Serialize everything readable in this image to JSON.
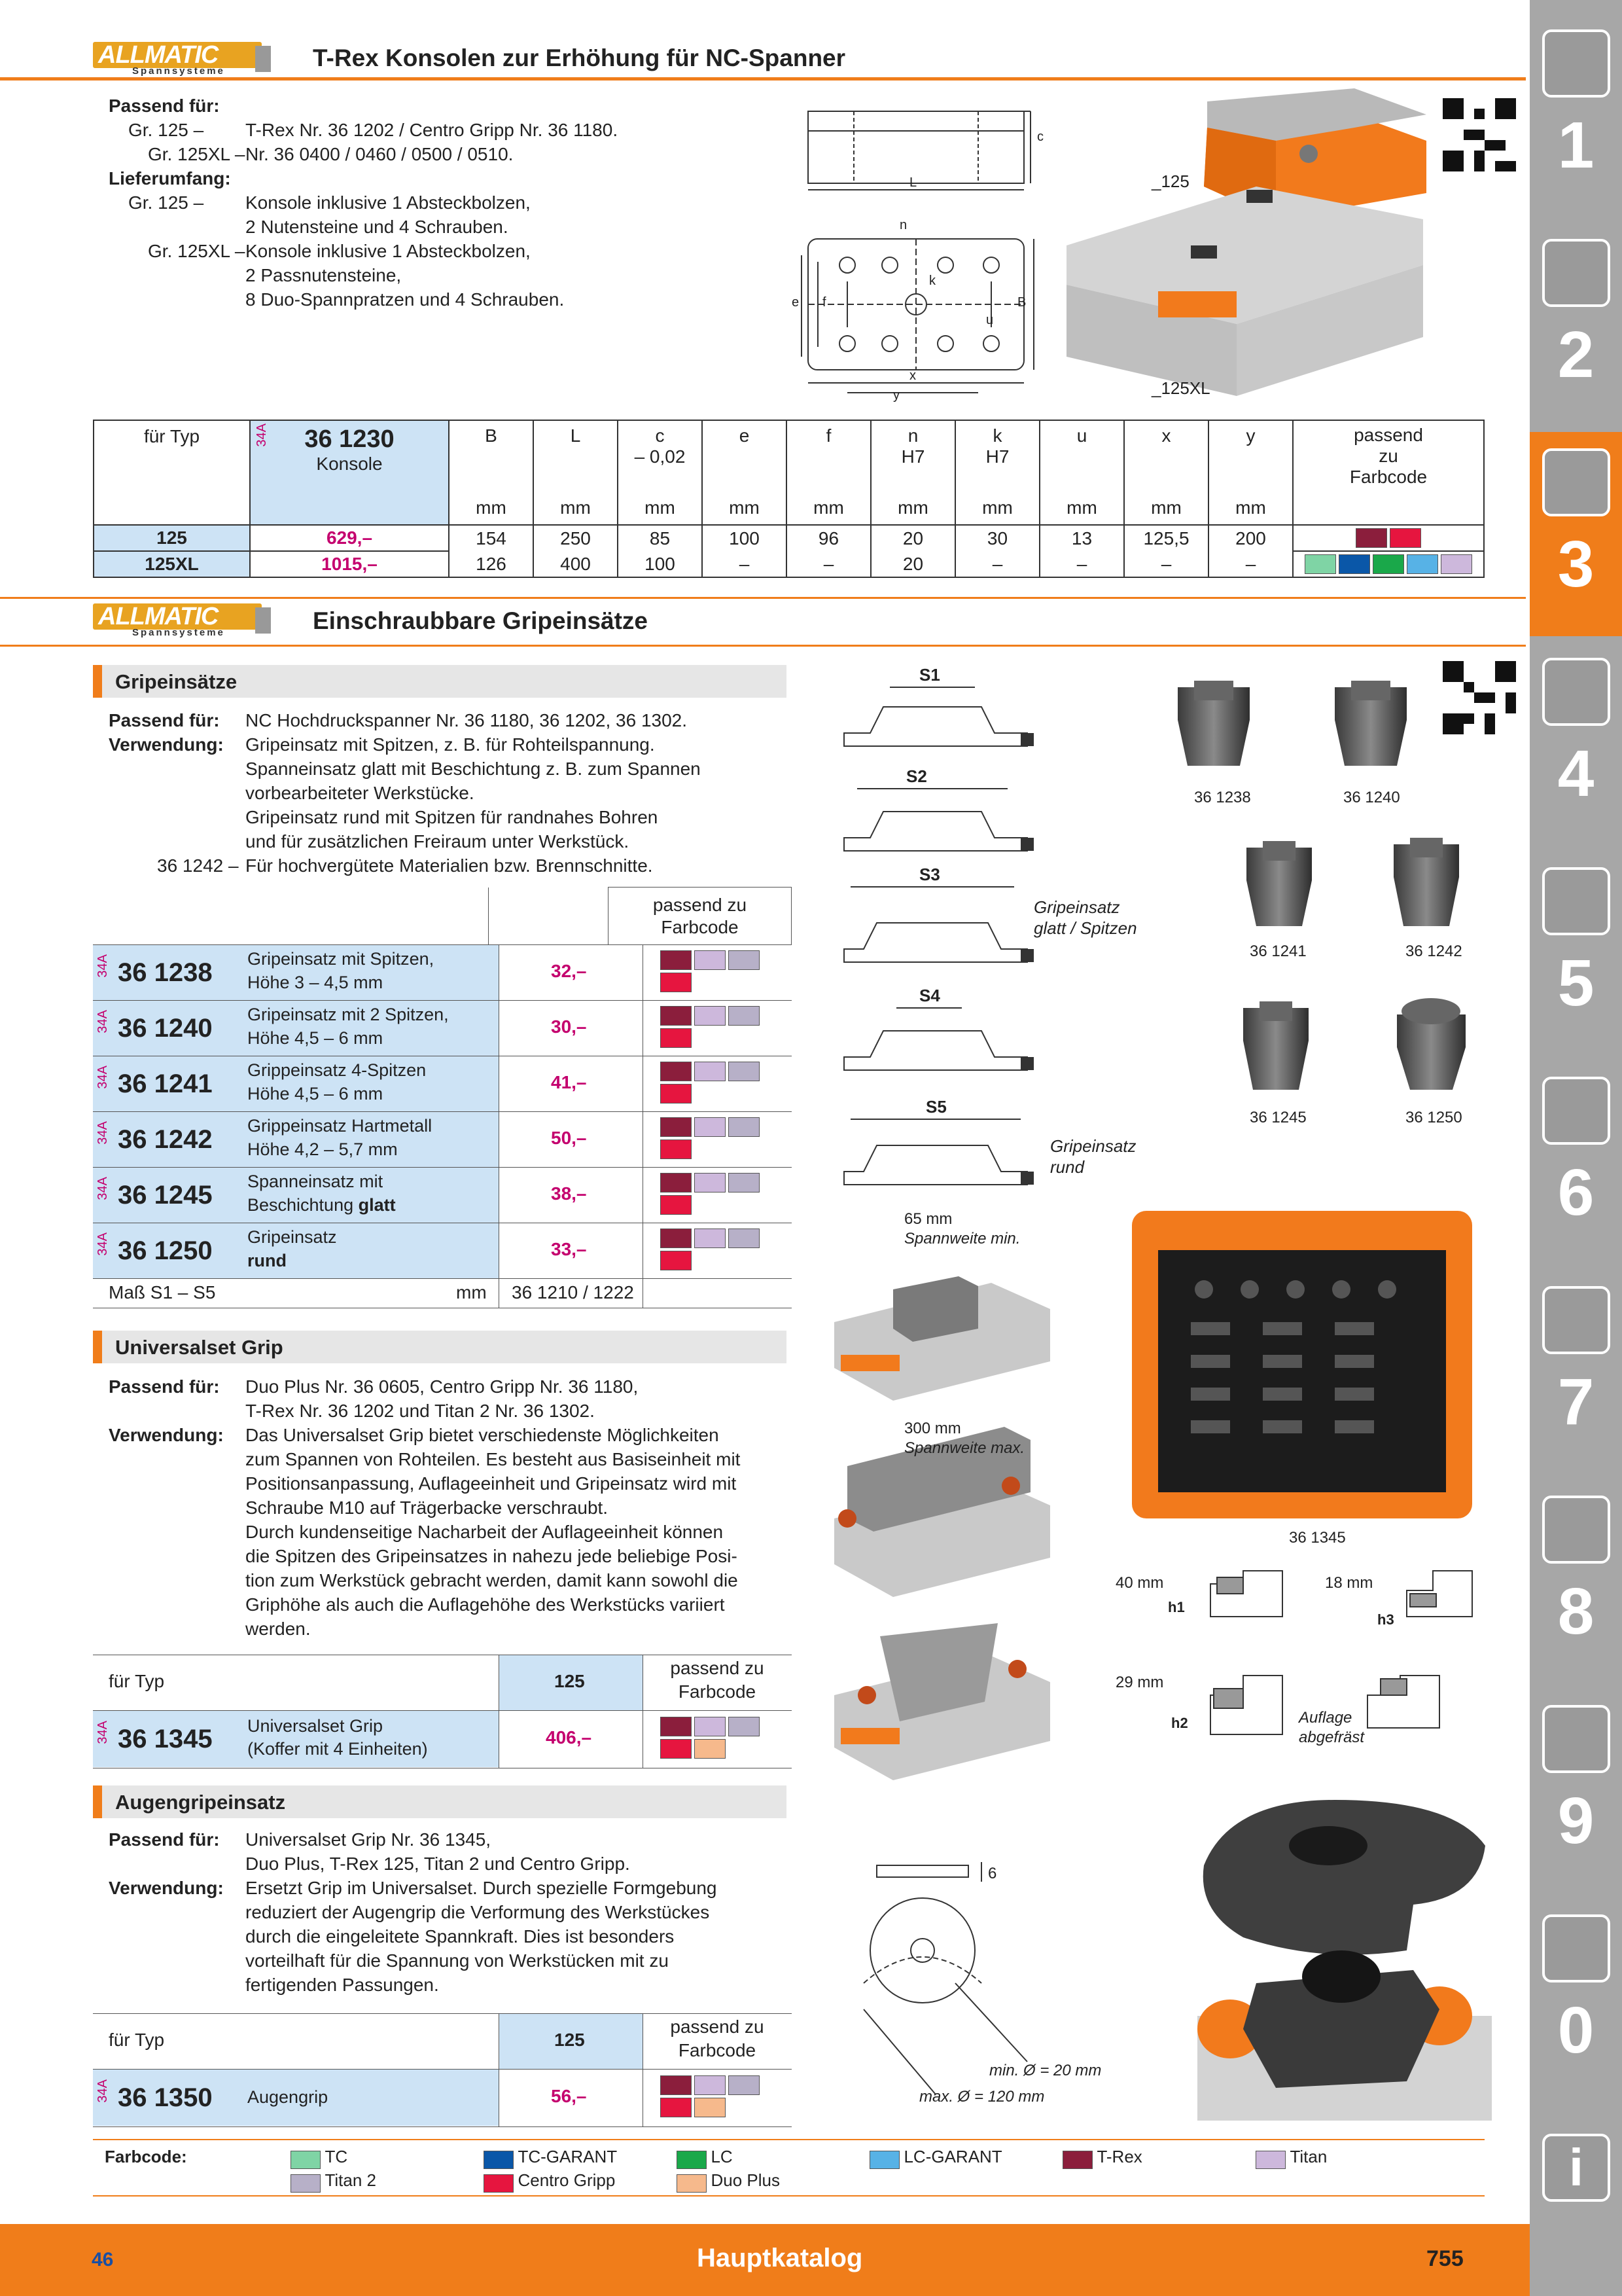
{
  "section1": {
    "title": "T-Rex Konsolen zur Erhöhung für NC-Spanner",
    "logo_text": "ALLMATIC",
    "logo_sub": "Spannsysteme",
    "passend_label": "Passend für:",
    "passend_rows": [
      {
        "k": "Gr. 125 –",
        "v": "T-Rex Nr. 36 1202 / Centro Gripp Nr. 36 1180."
      },
      {
        "k": "Gr. 125XL –",
        "v": "Nr. 36 0400 / 0460 / 0500 / 0510."
      }
    ],
    "liefer_label": "Lieferumfang:",
    "liefer_rows": [
      {
        "k": "Gr. 125 –",
        "v": [
          "Konsole inklusive 1 Absteckbolzen,",
          "2 Nutensteine und 4 Schrauben."
        ]
      },
      {
        "k": "Gr. 125XL –",
        "v": [
          "Konsole inklusive 1 Absteckbolzen,",
          "2 Passnutensteine,",
          "8 Duo-Spannpratzen und 4 Schrauben."
        ]
      }
    ],
    "photo_labels": [
      "_125",
      "_125XL"
    ],
    "table": {
      "head_type": "für Typ",
      "code_tag": "34A",
      "code": "36 1230",
      "code_sub": "Konsole",
      "cols": [
        "B",
        "L",
        "c\n– 0,02",
        "e",
        "f",
        "n\nH7",
        "k\nH7",
        "u",
        "x",
        "y"
      ],
      "unit": "mm",
      "farb_head": [
        "passend",
        "zu",
        "Farbcode"
      ],
      "rows": [
        {
          "typ": "125",
          "price": "629,–",
          "vals": [
            "154",
            "250",
            "85",
            "100",
            "96",
            "20",
            "30",
            "13",
            "125,5",
            "200"
          ]
        },
        {
          "typ": "125XL",
          "price": "1015,–",
          "vals": [
            "126",
            "400",
            "100",
            "–",
            "–",
            "20",
            "–",
            "–",
            "–",
            "–"
          ]
        }
      ]
    },
    "drawing_labels": [
      "c",
      "L",
      "n",
      "k",
      "e",
      "f",
      "B",
      "u",
      "x",
      "y"
    ]
  },
  "section2": {
    "title": "Einschraubbare Gripeinsätze",
    "logo_text": "ALLMATIC",
    "logo_sub": "Spannsysteme"
  },
  "grip": {
    "heading": "Gripeinsätze",
    "passend_label": "Passend für:",
    "passend": "NC Hochdruckspanner Nr. 36 1180, 36 1202, 36 1302.",
    "verw_label": "Verwendung:",
    "verw": [
      "Gripeinsatz mit Spitzen, z. B. für Rohteilspannung.",
      "Spanneinsatz glatt mit Beschichtung z. B. zum Spannen",
      "vorbearbeiteter Werkstücke.",
      "Gripeinsatz rund mit Spitzen für randnahes Bohren",
      "und für zusätzlichen Freiraum unter Werkstück."
    ],
    "note_k": "36 1242 –",
    "note_v": "Für hochvergütete Materialien bzw. Brennschnitte.",
    "farb_head": [
      "passend zu",
      "Farbcode"
    ],
    "tag": "34A",
    "rows": [
      {
        "code": "36 1238",
        "d1": "Gripeinsatz mit Spitzen,",
        "d2": "Höhe 3 – 4,5 mm",
        "price": "32,–"
      },
      {
        "code": "36 1240",
        "d1": "Gripeinsatz mit 2 Spitzen,",
        "d2": "Höhe 4,5 – 6 mm",
        "price": "30,–"
      },
      {
        "code": "36 1241",
        "d1": "Grippeinsatz 4-Spitzen",
        "d2": "Höhe 4,5 – 6 mm",
        "price": "41,–"
      },
      {
        "code": "36 1242",
        "d1": "Grippeinsatz Hartmetall",
        "d2": "Höhe 4,2 – 5,7 mm",
        "price": "50,–"
      },
      {
        "code": "36 1245",
        "d1": "Spanneinsatz mit",
        "d2a": "Beschichtung ",
        "d2b": "glatt",
        "price": "38,–"
      },
      {
        "code": "36 1250",
        "d1": "Gripeinsatz",
        "d2b": "rund",
        "price": "33,–"
      }
    ],
    "mass_label": "Maß S1 – S5",
    "mass_unit": "mm",
    "mass_val": "36 1210 / 1222",
    "draw_labels": [
      "S1",
      "S2",
      "S3",
      "S4",
      "S5"
    ],
    "note_glatt": [
      "Gripeinsatz",
      "glatt / Spitzen"
    ],
    "note_rund": [
      "Gripeinsatz",
      "rund"
    ],
    "photo_labels": [
      "36 1238",
      "36 1240",
      "36 1241",
      "36 1242",
      "36 1245",
      "36 1250"
    ]
  },
  "uni": {
    "heading": "Universalset Grip",
    "passend_label": "Passend für:",
    "passend": [
      "Duo Plus Nr. 36 0605, Centro Gripp Nr. 36 1180,",
      "T-Rex Nr. 36 1202 und Titan 2 Nr. 36 1302."
    ],
    "verw_label": "Verwendung:",
    "verw": [
      "Das Universalset Grip bietet verschiedenste Möglichkeiten",
      "zum Spannen von Rohteilen. Es besteht aus Basiseinheit mit",
      "Positionsanpassung, Auflageeinheit und Gripeinsatz wird mit",
      "Schraube M10 auf Trägerbacke verschraubt.",
      "Durch kundenseitige Nacharbeit der Auflageeinheit können",
      "die Spitzen des Gripeinsatzes in nahezu jede beliebige Posi-",
      "tion zum Werkstück gebracht werden, damit kann sowohl die",
      "Griphöhe als auch die Auflagehöhe des Werkstücks variiert",
      "werden."
    ],
    "table": {
      "head_type": "für Typ",
      "head_size": "125",
      "farb_head": [
        "passend zu",
        "Farbcode"
      ],
      "tag": "34A",
      "code": "36 1345",
      "d1": "Universalset Grip",
      "d2": "(Koffer mit 4 Einheiten)",
      "price": "406,–"
    },
    "photo_labels": {
      "min": [
        "65 mm",
        "Spannweite min."
      ],
      "max": [
        "300 mm",
        "Spannweite max."
      ],
      "case": "36 1345",
      "h1": "40 mm",
      "h1b": "h1",
      "h3": "18 mm",
      "h3b": "h3",
      "h2": "29 mm",
      "h2b": "h2",
      "auflage": [
        "Auflage",
        "abgefräst"
      ]
    }
  },
  "augen": {
    "heading": "Augengripeinsatz",
    "passend_label": "Passend für:",
    "passend": [
      "Universalset Grip Nr. 36 1345,",
      "Duo Plus, T-Rex 125, Titan 2 und Centro Gripp."
    ],
    "verw_label": "Verwendung:",
    "verw": [
      "Ersetzt Grip im Universalset. Durch spezielle Formgebung",
      "reduziert der Augengrip die Verformung des Werkstückes",
      "durch die eingeleitete Spannkraft. Dies ist besonders",
      "vorteilhaft für die Spannung von Werkstücken mit zu",
      "fertigenden Passungen."
    ],
    "table": {
      "head_type": "für Typ",
      "head_size": "125",
      "farb_head": [
        "passend zu",
        "Farbcode"
      ],
      "tag": "34A",
      "code": "36 1350",
      "d1": "Augengrip",
      "price": "56,–"
    },
    "draw_labels": {
      "six": "6",
      "min": "min. Ø = 20 mm",
      "max": "max. Ø = 120 mm"
    }
  },
  "legend": {
    "label": "Farbcode:",
    "items": [
      {
        "name": "TC",
        "color": "#7fd4a5"
      },
      {
        "name": "TC-GARANT",
        "color": "#0a57a8"
      },
      {
        "name": "LC",
        "color": "#1aa84a"
      },
      {
        "name": "LC-GARANT",
        "color": "#57b2e6"
      },
      {
        "name": "T-Rex",
        "color": "#8b1e3c"
      },
      {
        "name": "Titan",
        "color": "#cdb8dc"
      },
      {
        "name": "Titan 2",
        "color": "#b7b0c8"
      },
      {
        "name": "Centro Gripp",
        "color": "#e6153f"
      },
      {
        "name": "Duo Plus",
        "color": "#f6b98c"
      }
    ]
  },
  "footer": {
    "left": "46",
    "center": "Hauptkatalog",
    "right": "755"
  },
  "sidebar": {
    "numbers": [
      "1",
      "2",
      "3",
      "4",
      "5",
      "6",
      "7",
      "8",
      "9",
      "0"
    ],
    "icons": [
      "drill-icon",
      "insert-icon",
      "chuck-icon",
      "caliper-icon",
      "saw-icon",
      "wrench-icon",
      "pliers-icon",
      "workbench-icon",
      "cabinet-icon",
      "safety-icon",
      "info-icon"
    ]
  },
  "colors": {
    "accent": "#f07d1a",
    "trex": "#8b1e3c",
    "centro": "#e6153f",
    "titan": "#cdb8dc",
    "titan2": "#b7b0c8",
    "duoplus": "#f6b98c",
    "blue": "#cde3f5",
    "price": "#c4006e"
  }
}
